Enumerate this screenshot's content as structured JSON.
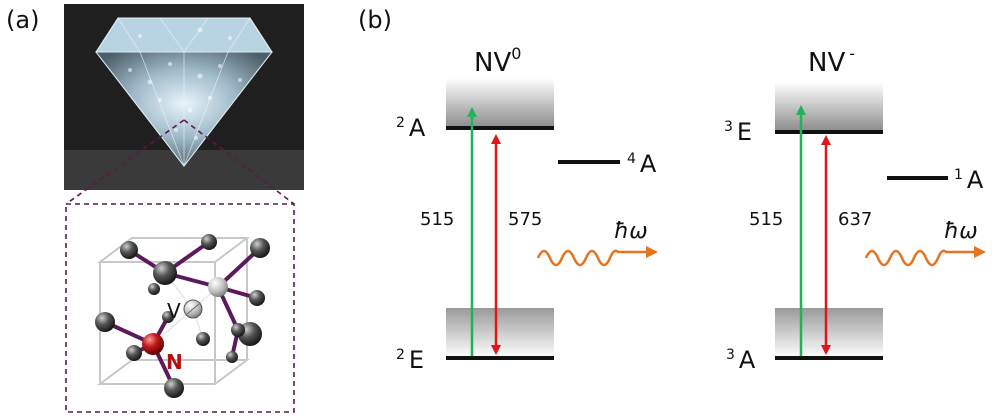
{
  "panel_a": {
    "label": "(a)",
    "vacancy_label": "V",
    "nitrogen_label": "N"
  },
  "panel_b": {
    "label": "(b)",
    "nv0": {
      "title_base": "NV",
      "title_sup": "0",
      "upper_state": {
        "sup": "2",
        "base": "A"
      },
      "lower_state": {
        "sup": "2",
        "base": "E"
      },
      "side_state": {
        "sup": "4",
        "base": "A"
      },
      "absorption_wavelength": "515",
      "emission_wavelength": "575",
      "photon_label": "ħω"
    },
    "nvm": {
      "title_base": "NV",
      "title_sup": "-",
      "upper_state": {
        "sup": "3",
        "base": "E"
      },
      "lower_state": {
        "sup": "3",
        "base": "A"
      },
      "side_state": {
        "sup": "1",
        "base": "A"
      },
      "absorption_wavelength": "515",
      "emission_wavelength": "637",
      "photon_label": "ħω"
    }
  },
  "colors": {
    "absorption_arrow": "#22b05a",
    "emission_arrow": "#e0161b",
    "photon_wave": "#e8731e",
    "atom_nitrogen": "#b01010",
    "bond": "#5c1a5c",
    "dashed_frame": "#5c1a4a"
  }
}
